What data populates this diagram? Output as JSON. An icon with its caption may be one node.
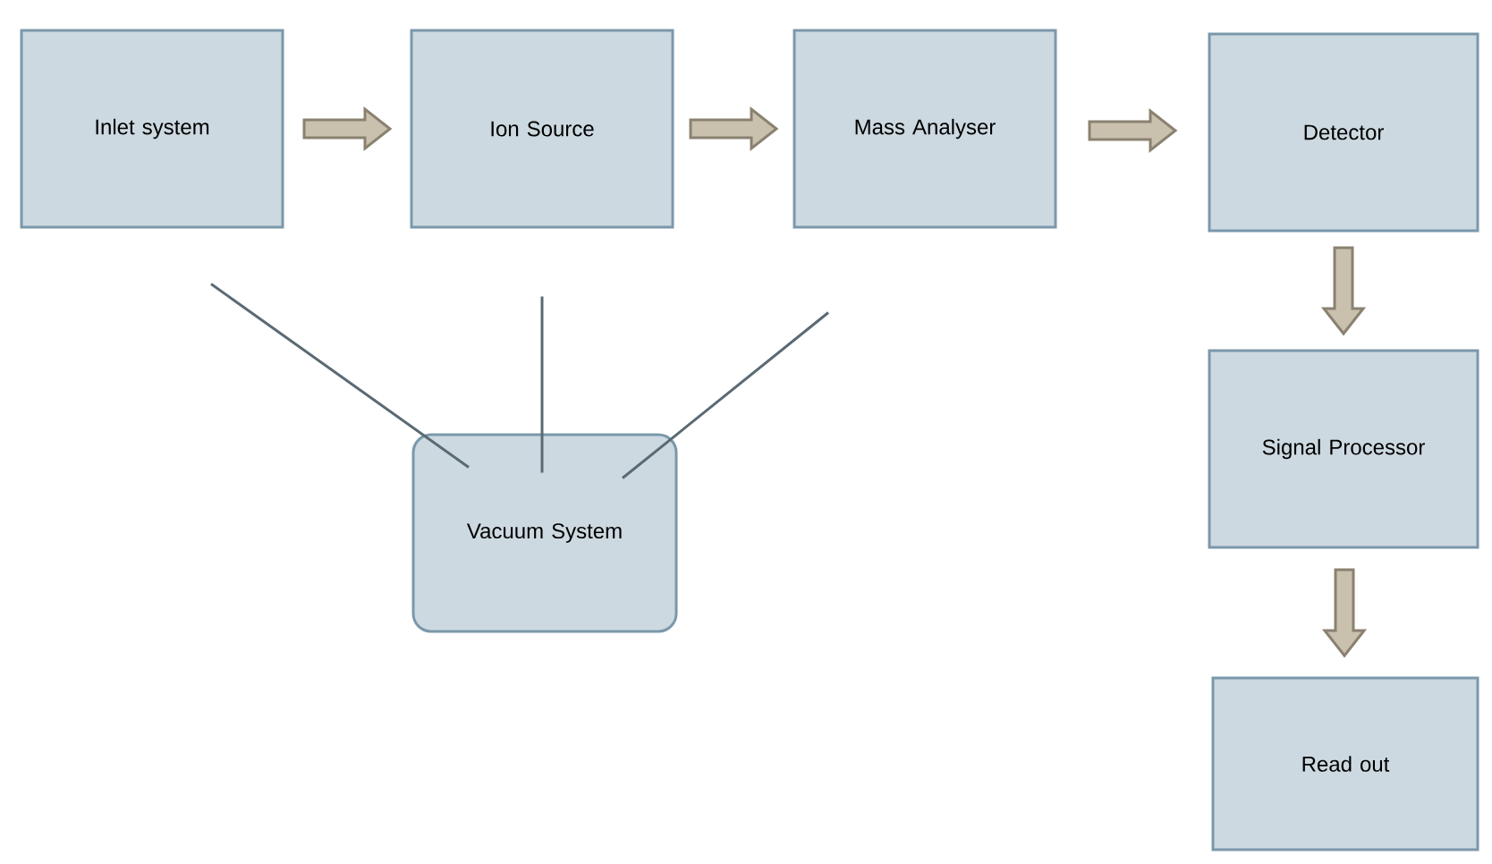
{
  "diagram": {
    "nodes": [
      {
        "text": [
          "Inlet system"
        ]
      },
      {
        "text": [
          "Ion Source"
        ]
      },
      {
        "text": [
          "Mass Analyser"
        ]
      },
      {
        "text": [
          "Detector"
        ]
      },
      {
        "text": [
          "Signal Processor"
        ]
      },
      {
        "text": [
          "Read out"
        ]
      },
      {
        "text": [
          "Vacuum System"
        ]
      }
    ],
    "edges": [
      {
        "from": 0,
        "to": 1,
        "arrow": "to"
      },
      {
        "from": 1,
        "to": 2,
        "arrow": "to"
      },
      {
        "from": 2,
        "to": 3,
        "arrow": "to"
      },
      {
        "from": 3,
        "to": 4,
        "arrow": "to"
      },
      {
        "from": 4,
        "to": 5,
        "arrow": "to"
      },
      {
        "from": 6,
        "to": 0,
        "arrow": "none",
        "color": "#5a6a73"
      },
      {
        "from": 6,
        "to": 1,
        "arrow": "none",
        "color": "#5a6a73"
      },
      {
        "from": 6,
        "to": 2,
        "arrow": "none",
        "color": "#5a6a73"
      }
    ]
  }
}
